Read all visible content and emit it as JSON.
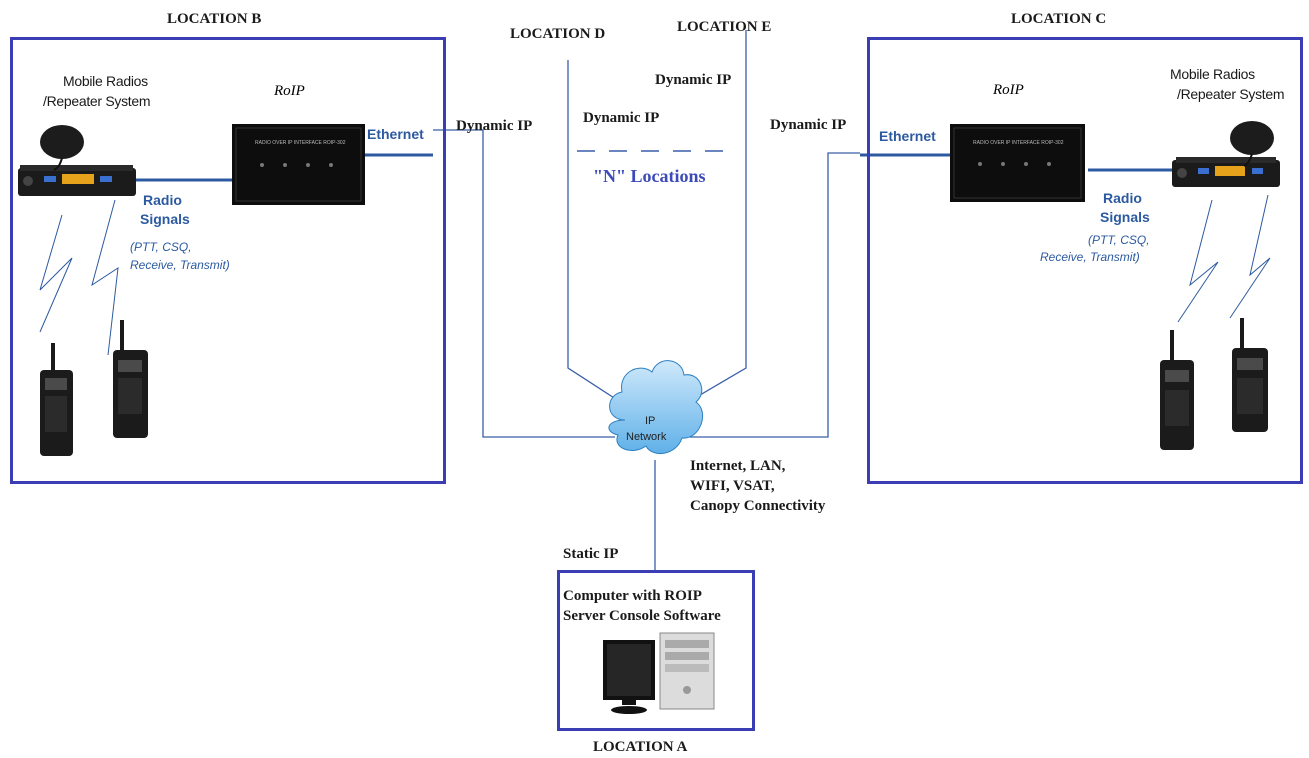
{
  "locations": {
    "a": "LOCATION  A",
    "b": "LOCATION  B",
    "c": "LOCATION  C",
    "d": "LOCATION D",
    "e": "LOCATION E"
  },
  "left_site": {
    "mobile_radios": "Mobile Radios",
    "repeater": "/Repeater System",
    "roip": "RoIP",
    "ethernet": "Ethernet",
    "radio": "Radio",
    "signals": "Signals",
    "signals_detail_1": "(PTT, CSQ,",
    "signals_detail_2": "Receive, Transmit)"
  },
  "right_site": {
    "mobile_radios": "Mobile Radios",
    "repeater": "/Repeater System",
    "roip": "RoIP",
    "ethernet": "Ethernet",
    "radio": "Radio",
    "signals": "Signals",
    "signals_detail_1": "(PTT, CSQ,",
    "signals_detail_2": "Receive, Transmit)"
  },
  "network": {
    "dynamic_ip": "Dynamic IP",
    "n_locations": "\"N\" Locations",
    "cloud_line1": "IP",
    "cloud_line2": "Network",
    "conn1": "Internet, LAN,",
    "conn2": "WIFI, VSAT,",
    "conn3": "Canopy Connectivity",
    "static_ip": "Static IP"
  },
  "computer": {
    "line1": "Computer with ROIP",
    "line2": "Server Console Software"
  },
  "device_label": "RADIO OVER IP INTERFACE   ROIP-302",
  "colors": {
    "box_border": "#3b3db5",
    "link_blue": "#2c5aa0",
    "line": "#3a5fa8"
  }
}
